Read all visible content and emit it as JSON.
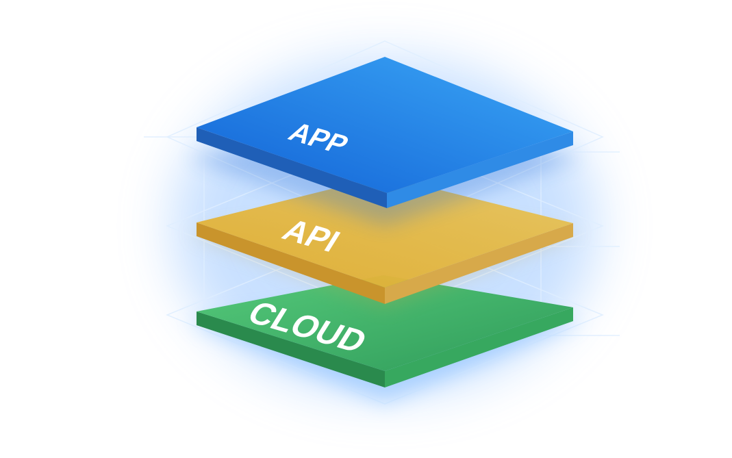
{
  "layers": [
    {
      "id": "app",
      "label": "APP",
      "top_light": "#3ba7f6",
      "top_dark": "#1262d6",
      "side_left": "#1f5fb7",
      "side_right": "#2f8be6"
    },
    {
      "id": "api",
      "label": "API",
      "top_light": "#e7c35a",
      "top_dark": "#e0ad2e",
      "side_left": "#c9942c",
      "side_right": "#d7a94a"
    },
    {
      "id": "cloud",
      "label": "CLOUD",
      "top_light": "#55c97a",
      "top_dark": "#2f9b5a",
      "side_left": "#2a8a4d",
      "side_right": "#37a85f"
    }
  ],
  "colors": {
    "glow": "#9cc7ff",
    "guide_line": "#dfeeff",
    "background": "#ffffff"
  }
}
